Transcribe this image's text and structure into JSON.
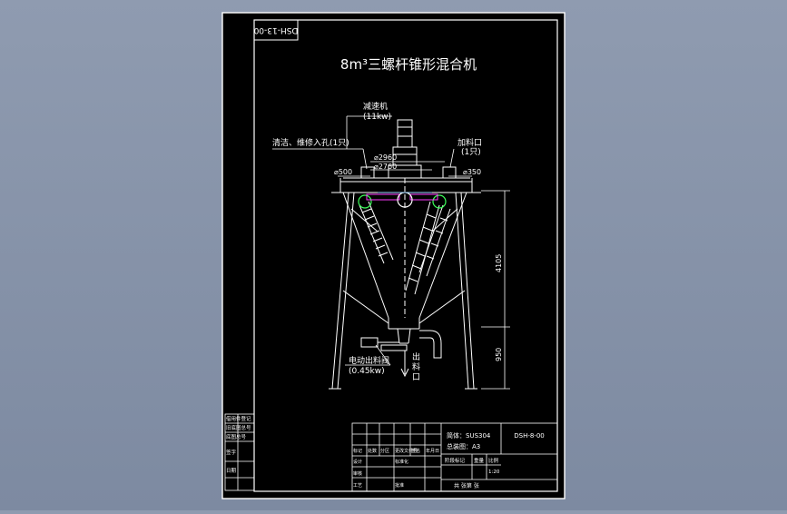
{
  "drawing": {
    "stamp_code": "DSH-13-00",
    "title": "8m³三螺杆锥形混合机",
    "labels": {
      "reducer": "减速机",
      "reducer_power": "(11kw)",
      "manhole": "清洁、维修入孔(1只)",
      "feed_port": "加料口",
      "feed_port_count": "(1只)",
      "dia_2960": "⌀2960",
      "dia_2760": "⌀2760",
      "dia_500": "⌀500",
      "dia_350": "⌀350",
      "height_4105": "4105",
      "height_950": "950",
      "discharge_valve": "电动出料阀",
      "discharge_valve_power": "(0.45kw)",
      "outlet_1": "出",
      "outlet_2": "料",
      "outlet_3": "口"
    },
    "title_block": {
      "material": "简体：SUS304",
      "assembly": "总装图：A3",
      "drawing_no": "DSH-8-00",
      "weight_label": "重量",
      "scale_label": "比例",
      "scale_value": "1:20",
      "stage_label": "阶段标记",
      "sheet_label": "共  张第  张",
      "row_labels": [
        "标记",
        "处数",
        "分区",
        "更改文件号",
        "签名",
        "年月日"
      ],
      "design_label": "设计",
      "standard_label": "标准化",
      "review_label": "审核",
      "craft_label": "工艺",
      "approve_label": "批准"
    },
    "side_table": {
      "rows": [
        "借用件登记",
        "旧底图总号",
        "底图总号",
        "签字",
        "日期"
      ]
    }
  }
}
